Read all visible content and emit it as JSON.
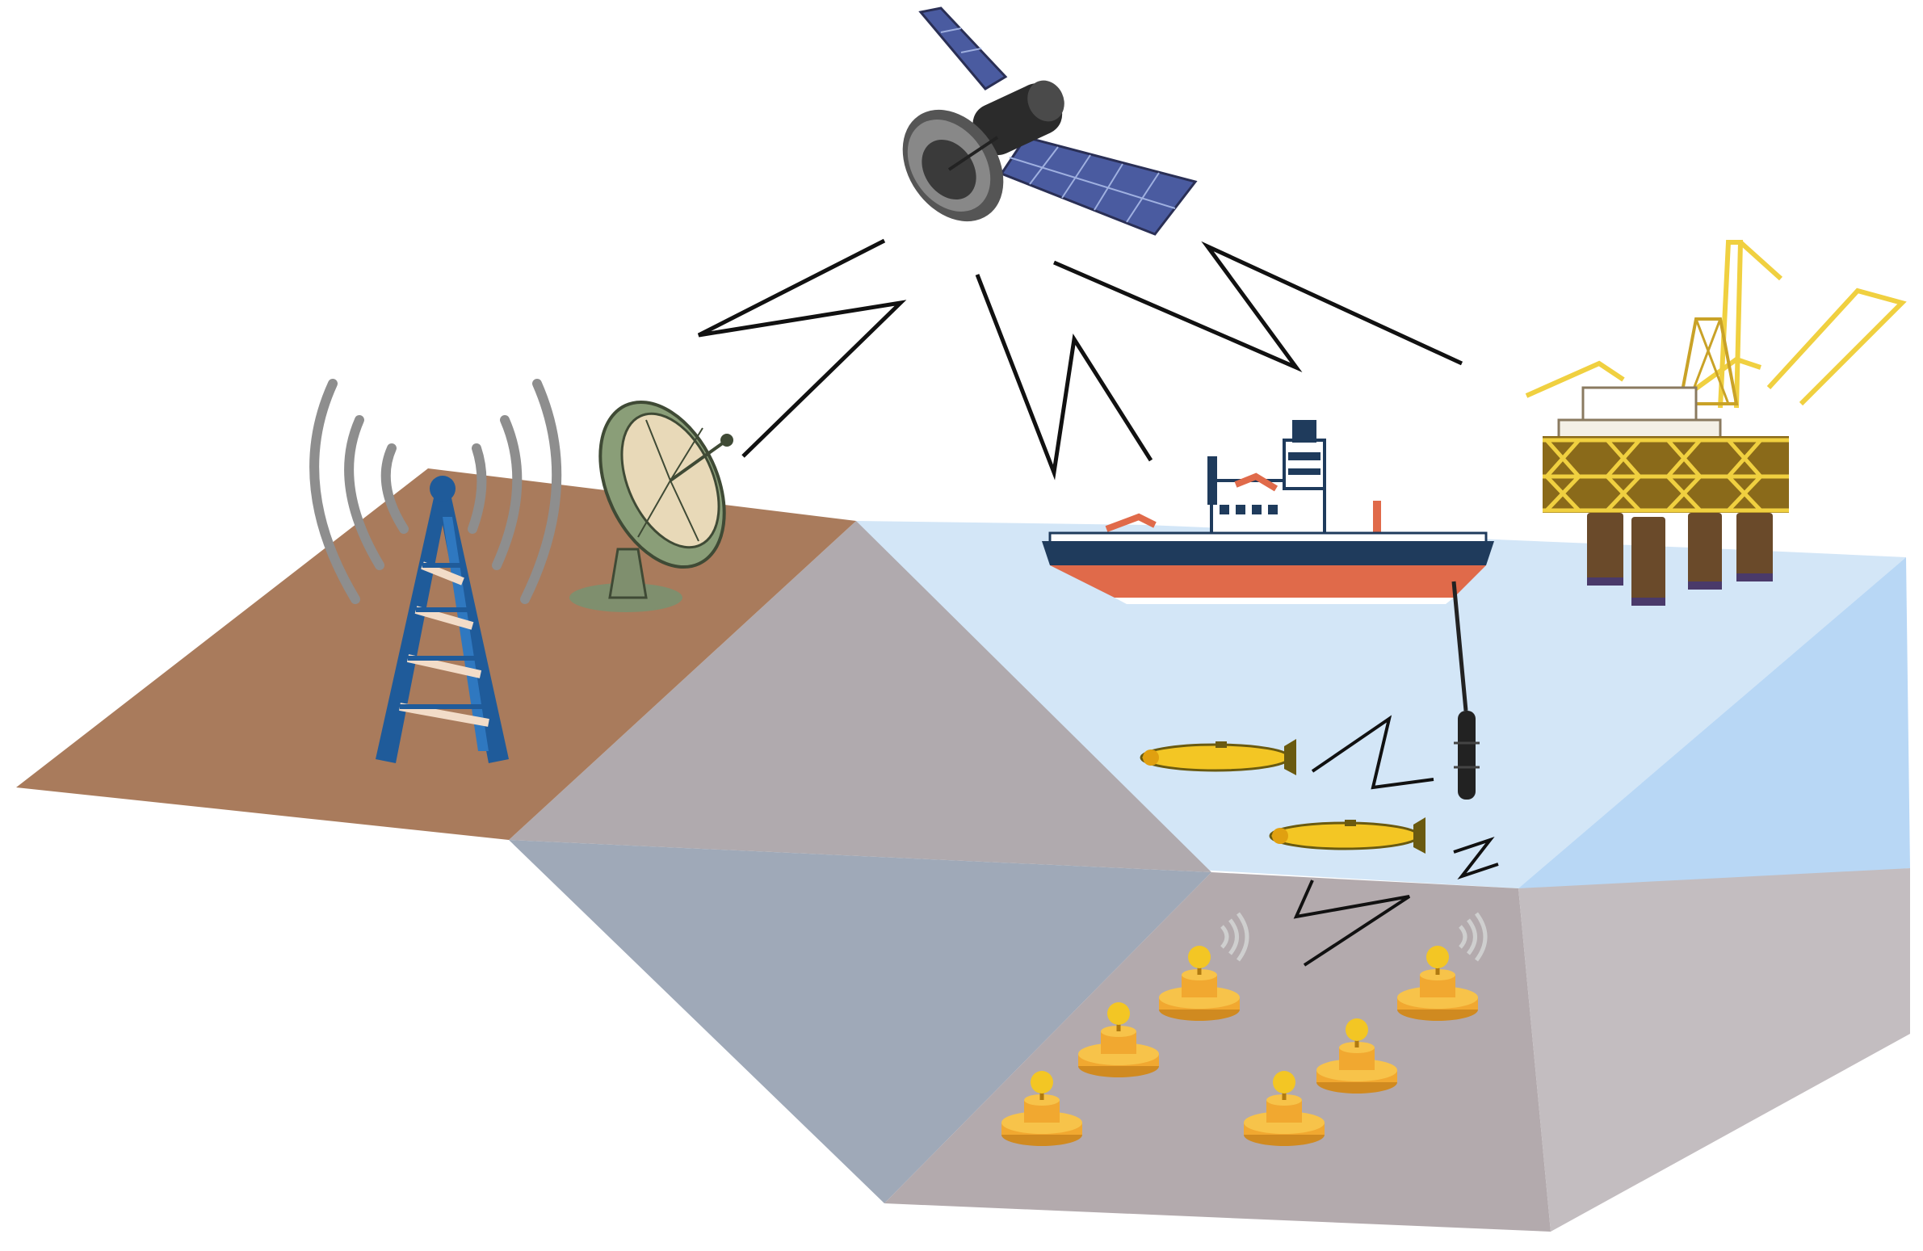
{
  "diagram": {
    "nodes": [
      {
        "id": "satellite",
        "icon": "satellite-icon"
      },
      {
        "id": "cell-tower",
        "icon": "radio-tower-icon"
      },
      {
        "id": "ground-station",
        "icon": "satellite-dish-icon"
      },
      {
        "id": "surface-ship",
        "icon": "ship-icon"
      },
      {
        "id": "oil-platform",
        "icon": "offshore-platform-icon"
      },
      {
        "id": "auv-1",
        "icon": "auv-icon"
      },
      {
        "id": "auv-2",
        "icon": "auv-icon"
      },
      {
        "id": "hydrophone",
        "icon": "acoustic-modem-icon"
      },
      {
        "id": "seabed-sensor",
        "icon": "sensor-node-icon",
        "count": 6
      }
    ],
    "links": [
      {
        "from": "satellite",
        "to": "ground-station",
        "kind": "radio"
      },
      {
        "from": "satellite",
        "to": "surface-ship",
        "kind": "radio"
      },
      {
        "from": "satellite",
        "to": "oil-platform",
        "kind": "radio"
      },
      {
        "from": "auv-1",
        "to": "hydrophone",
        "kind": "acoustic"
      },
      {
        "from": "auv-2",
        "to": "hydrophone",
        "kind": "acoustic"
      },
      {
        "from": "auv-2",
        "to": "seabed-sensor",
        "kind": "acoustic"
      }
    ],
    "colors": {
      "land": "#a97b5c",
      "water": "#d3e6f7",
      "water_side": "#b8d7f5",
      "seabed": "#b3aaad",
      "slope": "#9fa9b8",
      "tower": "#1f5b9a",
      "hull_red": "#e06a4a",
      "hull_navy": "#1f3b5c",
      "platform_yellow": "#f0d040",
      "platform_brown": "#6a4a2a",
      "auv_yellow": "#f3c624",
      "sensor_orange": "#f1a830",
      "solar_panel": "#4a5ba0"
    }
  }
}
